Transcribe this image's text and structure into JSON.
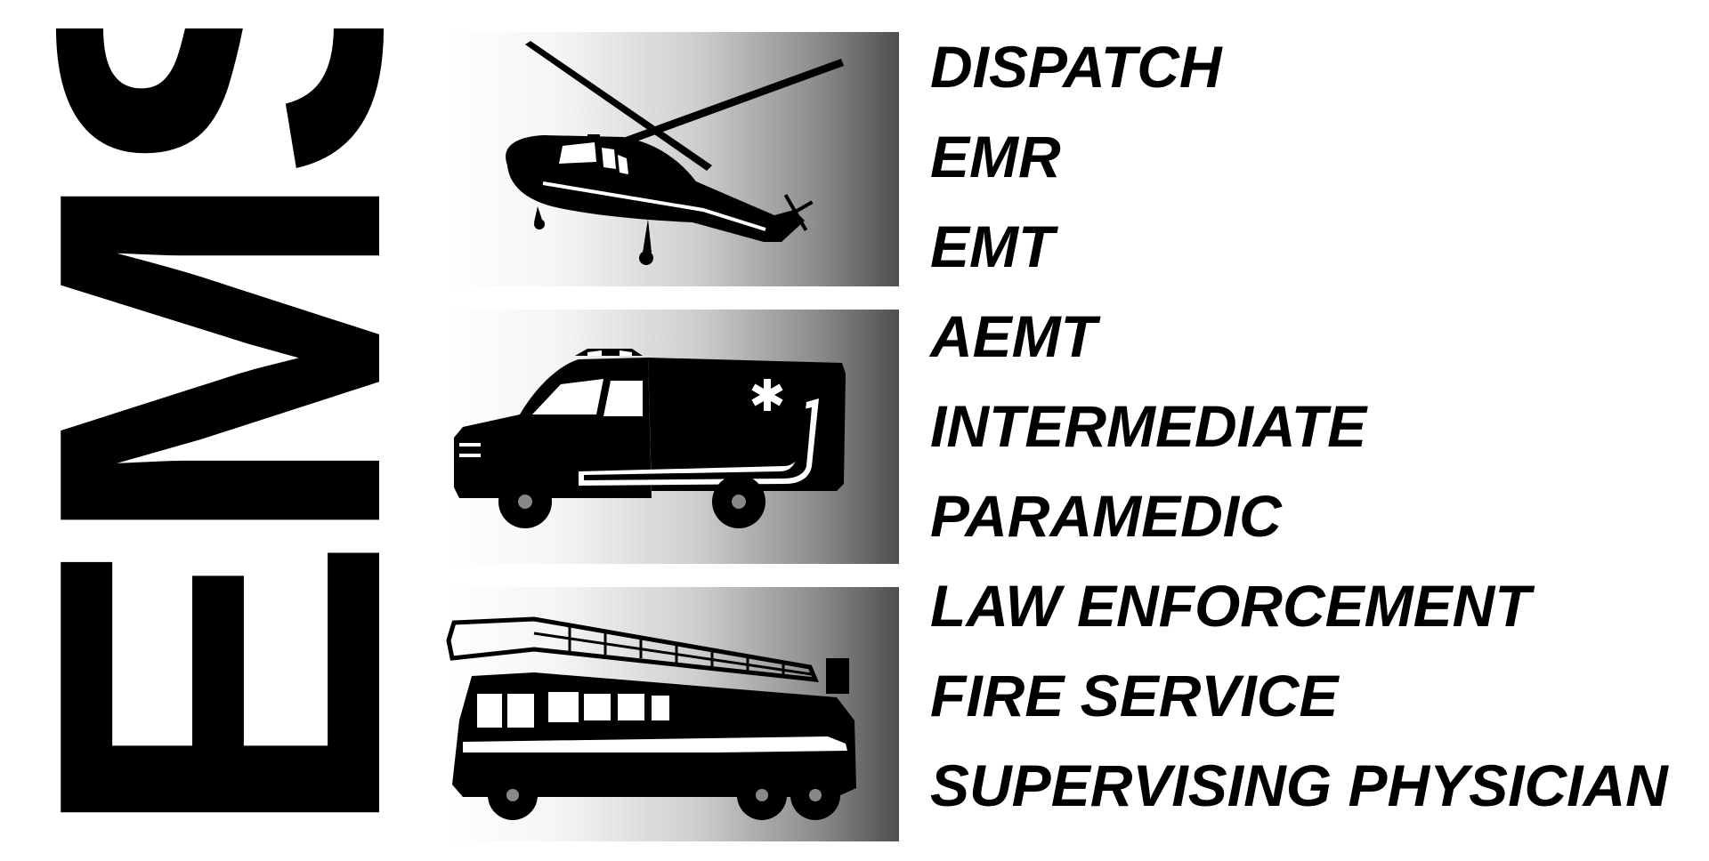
{
  "logo": {
    "text": "EMS"
  },
  "panels": [
    {
      "icon": "helicopter-icon"
    },
    {
      "icon": "ambulance-icon"
    },
    {
      "icon": "fire-truck-icon"
    }
  ],
  "roles": [
    "DISPATCH",
    "EMR",
    "EMT",
    "AEMT",
    "INTERMEDIATE",
    "PARAMEDIC",
    "LAW ENFORCEMENT",
    "FIRE SERVICE",
    "SUPERVISING PHYSICIAN"
  ],
  "colors": {
    "ink": "#000000",
    "background": "#ffffff",
    "gradient_dark": "#4f4f4f"
  }
}
